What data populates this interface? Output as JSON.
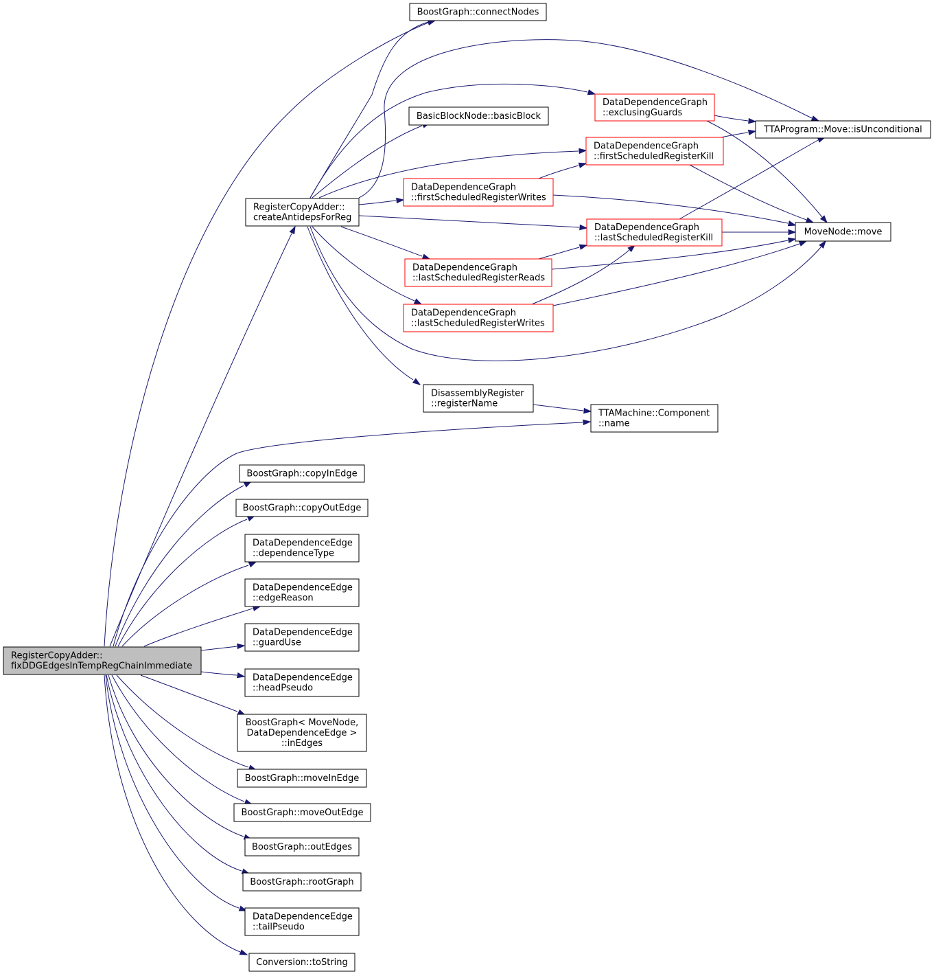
{
  "graph": {
    "root": [
      "RegisterCopyAdder::",
      "fixDDGEdgesInTempRegChainImmediate"
    ],
    "nodes": {
      "connectNodes": [
        "BoostGraph::connectNodes"
      ],
      "createAntidepsForReg": [
        "RegisterCopyAdder::",
        "createAntidepsForReg"
      ],
      "basicBlock": [
        "BasicBlockNode::basicBlock"
      ],
      "exclusingGuards": [
        "DataDependenceGraph",
        "::exclusingGuards"
      ],
      "isUnconditional": [
        "TTAProgram::Move::isUnconditional"
      ],
      "firstScheduledRegisterKill": [
        "DataDependenceGraph",
        "::firstScheduledRegisterKill"
      ],
      "firstScheduledRegisterWrites": [
        "DataDependenceGraph",
        "::firstScheduledRegisterWrites"
      ],
      "moveNodeMove": [
        "MoveNode::move"
      ],
      "lastScheduledRegisterKill": [
        "DataDependenceGraph",
        "::lastScheduledRegisterKill"
      ],
      "lastScheduledRegisterReads": [
        "DataDependenceGraph",
        "::lastScheduledRegisterReads"
      ],
      "lastScheduledRegisterWrites": [
        "DataDependenceGraph",
        "::lastScheduledRegisterWrites"
      ],
      "registerName": [
        "DisassemblyRegister",
        "::registerName"
      ],
      "componentName": [
        "TTAMachine::Component",
        "::name"
      ],
      "copyInEdge": [
        "BoostGraph::copyInEdge"
      ],
      "copyOutEdge": [
        "BoostGraph::copyOutEdge"
      ],
      "dependenceType": [
        "DataDependenceEdge",
        "::dependenceType"
      ],
      "edgeReason": [
        "DataDependenceEdge",
        "::edgeReason"
      ],
      "guardUse": [
        "DataDependenceEdge",
        "::guardUse"
      ],
      "headPseudo": [
        "DataDependenceEdge",
        "::headPseudo"
      ],
      "inEdges": [
        "BoostGraph< MoveNode,",
        "DataDependenceEdge >",
        "::inEdges"
      ],
      "moveInEdge": [
        "BoostGraph::moveInEdge"
      ],
      "moveOutEdge": [
        "BoostGraph::moveOutEdge"
      ],
      "outEdges": [
        "BoostGraph::outEdges"
      ],
      "rootGraph": [
        "BoostGraph::rootGraph"
      ],
      "tailPseudo": [
        "DataDependenceEdge",
        "::tailPseudo"
      ],
      "toString": [
        "Conversion::toString"
      ]
    },
    "colors": {
      "edge": "#191970",
      "node_border": "#000000",
      "node_border_red": "#ff0000",
      "root_fill": "#bfbfbf",
      "node_fill": "#ffffff"
    }
  }
}
